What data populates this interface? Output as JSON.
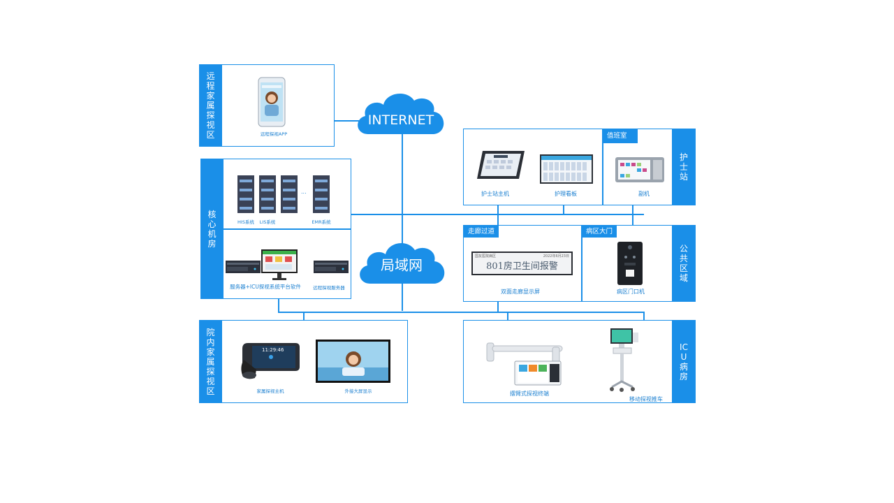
{
  "clouds": {
    "internet": "INTERNET",
    "lan": "局域网"
  },
  "remote_visit": {
    "side_label": "远程家属探视区",
    "app_label": "远程探视APP"
  },
  "core_room": {
    "side_label": "核心机房",
    "servers": [
      "HIS系统",
      "LIS系统",
      "EMR系统"
    ],
    "ellipsis": "...",
    "server_platform_label": "服务器+ICU探视系统平台软件",
    "remote_server_label": "远程探视服务器"
  },
  "inhospital_visit": {
    "side_label": "院内家属探视区",
    "host_label": "家属探视主机",
    "screen_label": "外接大屏显示",
    "host_screen_time": "11:29:46"
  },
  "nurse_station": {
    "side_label": "护士站",
    "duty_tag": "值班室",
    "host_label": "护士站主机",
    "board_label": "护理看板",
    "sub_label": "副机"
  },
  "public_area": {
    "side_label": "公共区域",
    "corridor_tag": "走廊过道",
    "gate_tag": "病区大门",
    "display_alarm": "801房卫生间报警",
    "display_top_left": "国友医院病区",
    "display_top_right": "2022年6月23日",
    "display_label": "双面走廊显示屏",
    "door_label": "病区门口机"
  },
  "icu": {
    "side_label": "ICU病房",
    "arm_label": "摆臂式探视终端",
    "cart_label": "移动探视推车"
  }
}
